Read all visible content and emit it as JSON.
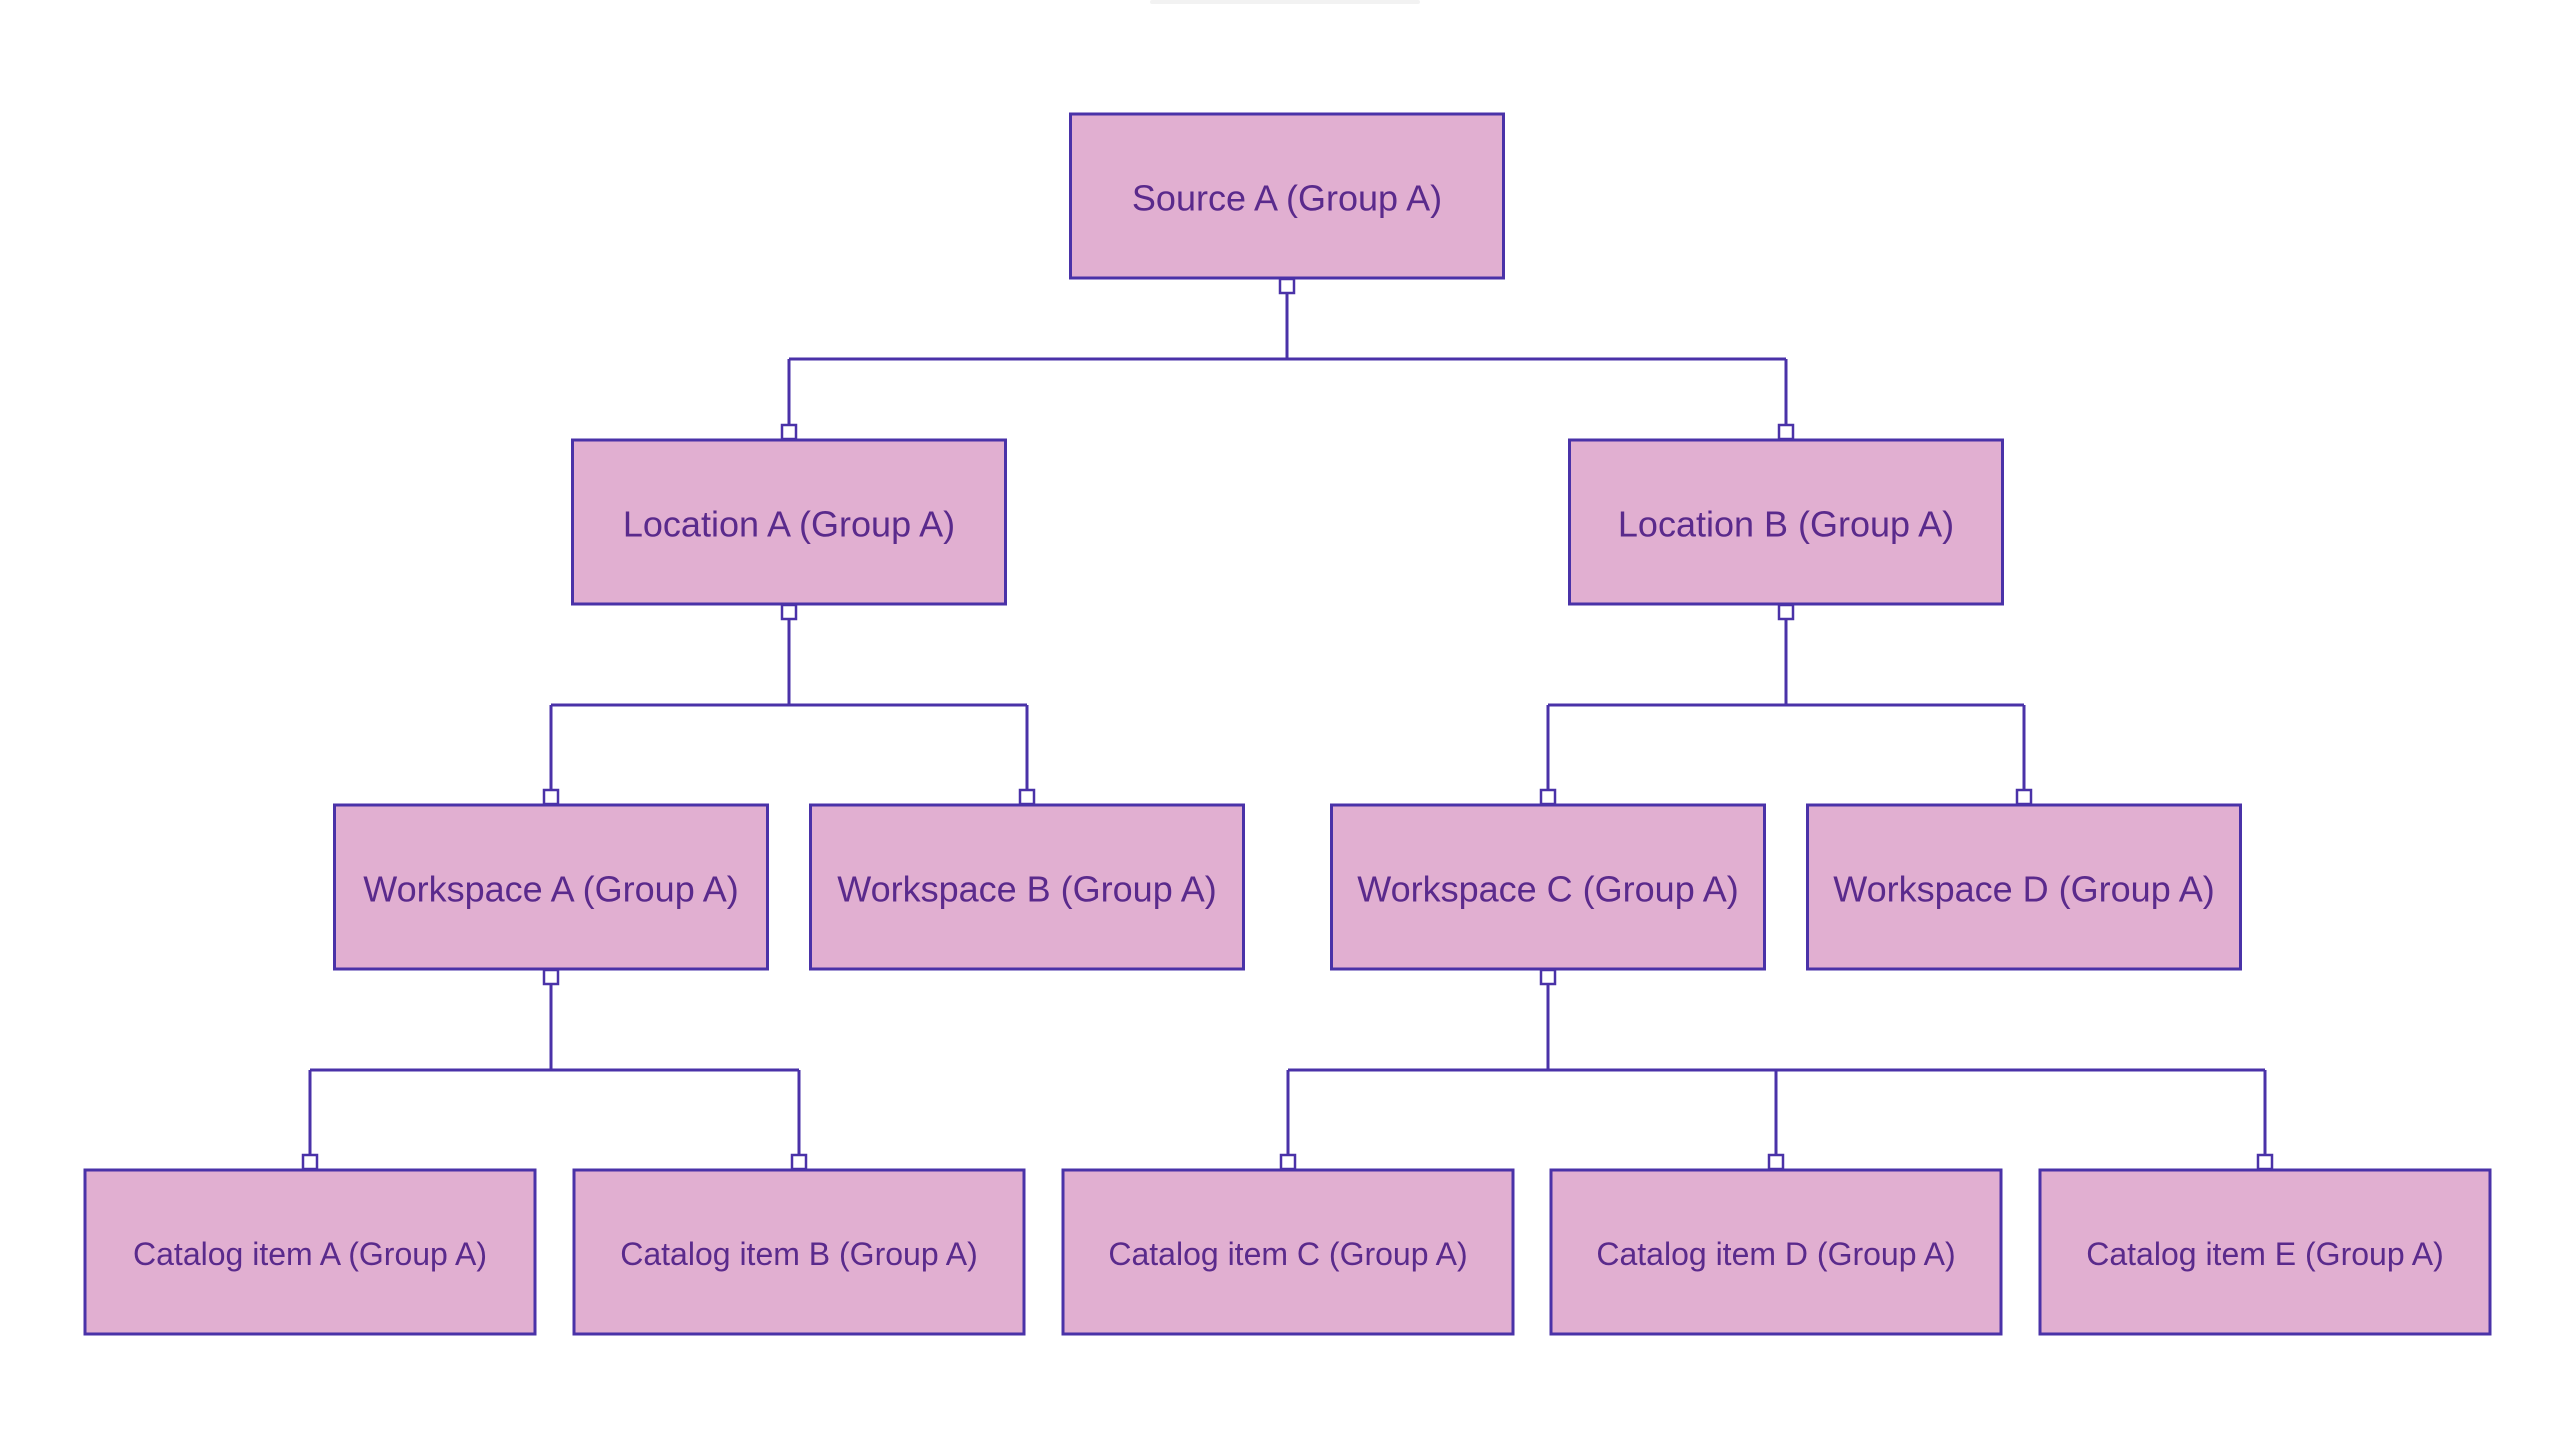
{
  "colors": {
    "node_fill": "#e1afd1",
    "node_border": "#4a32a8",
    "text": "#5a2a8c",
    "connector": "#4a32a8",
    "background": "#ffffff"
  },
  "tree": {
    "root": {
      "label": "Source A (Group A)",
      "children": [
        {
          "label": "Location A (Group A)",
          "children": [
            {
              "label": "Workspace A (Group A)",
              "children": [
                {
                  "label": "Catalog item A (Group A)",
                  "children": []
                },
                {
                  "label": "Catalog item B (Group A)",
                  "children": []
                }
              ]
            },
            {
              "label": "Workspace B (Group A)",
              "children": []
            }
          ]
        },
        {
          "label": "Location B (Group A)",
          "children": [
            {
              "label": "Workspace C (Group A)",
              "children": [
                {
                  "label": "Catalog item C (Group A)",
                  "children": []
                },
                {
                  "label": "Catalog item D (Group A)",
                  "children": []
                },
                {
                  "label": "Catalog item E (Group A)",
                  "children": []
                }
              ]
            },
            {
              "label": "Workspace D (Group A)",
              "children": []
            }
          ]
        }
      ]
    }
  }
}
